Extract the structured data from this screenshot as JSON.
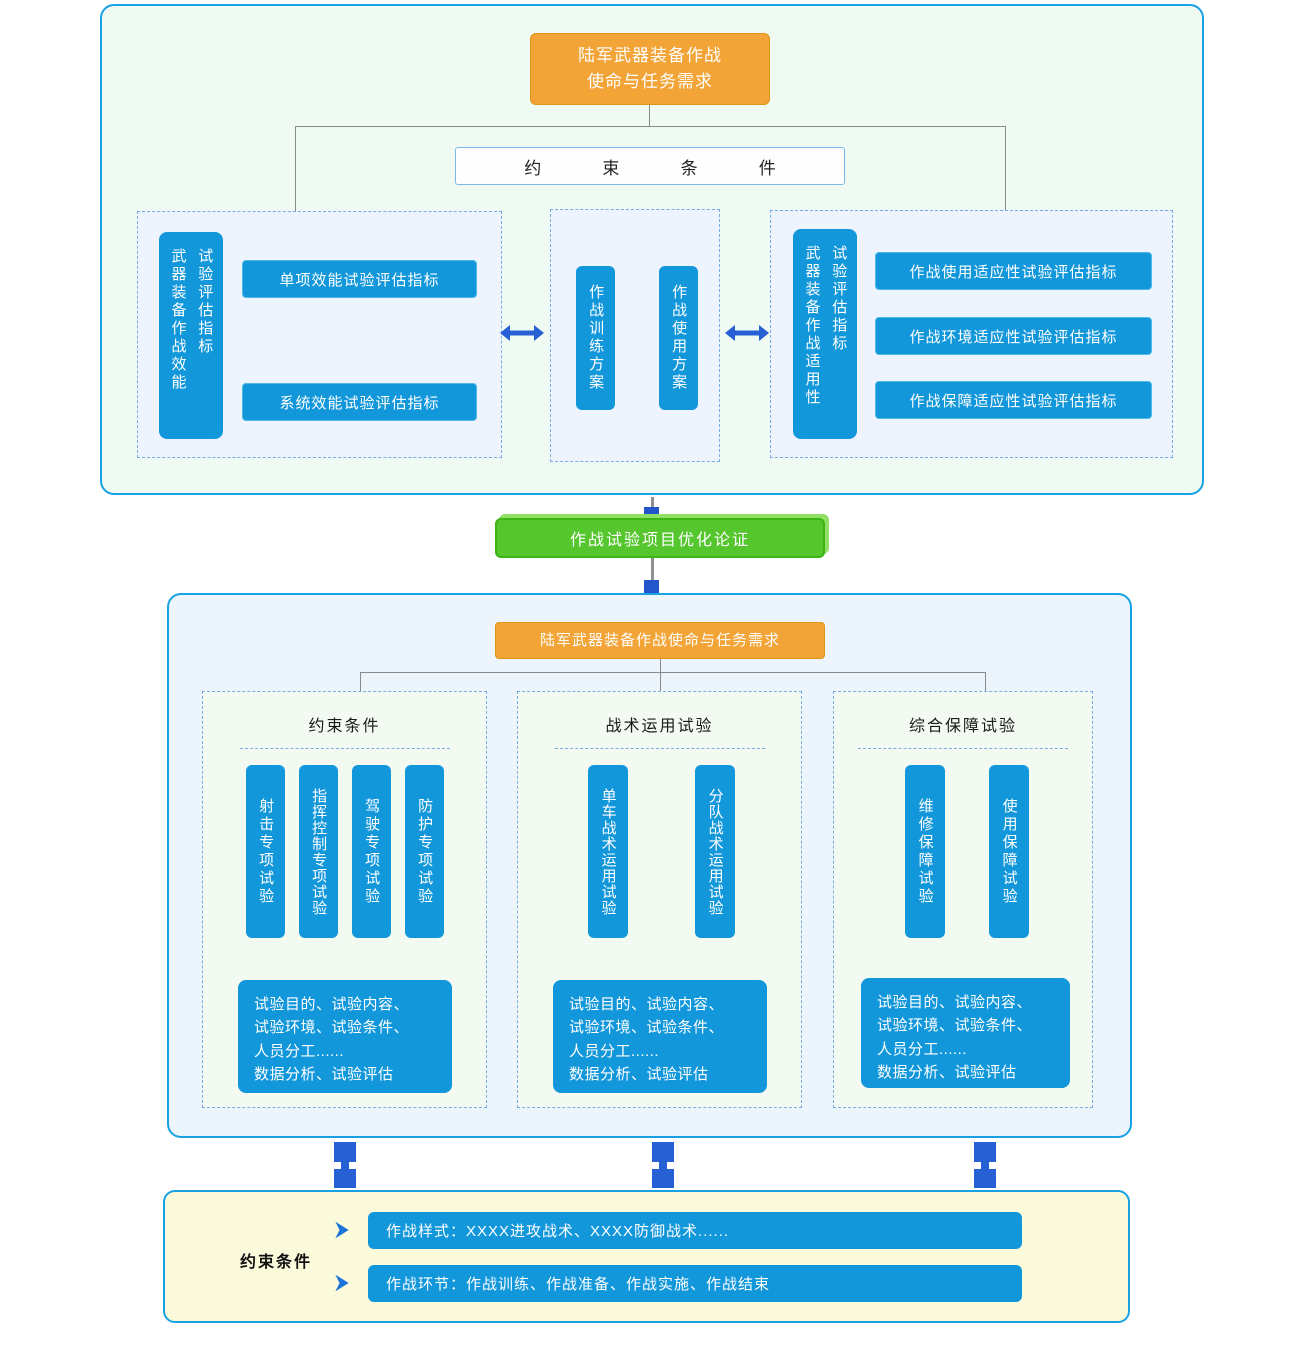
{
  "colors": {
    "azure": "#1297DB",
    "deep_blue": "#2760D5",
    "orange": "#F2A436",
    "green": "#55C62D",
    "section_border": "#19A2E3",
    "section1_bg": "#EFFAF3",
    "section2_bg": "#ECF5FC",
    "yellow_bg": "#FBFBDC"
  },
  "top_flow": {
    "mission_box": {
      "line1": "陆军武器装备作战",
      "line2": "使命与任务需求"
    },
    "constraint_box_label": "约束条件",
    "effectiveness_panel": {
      "side_label": {
        "line1": "武器装备作战效能",
        "line2": "试验评估指标"
      },
      "bars": [
        "单项效能试验评估指标",
        "系统效能试验评估指标"
      ]
    },
    "scheme_panel": {
      "pills": [
        "作战训练方案",
        "作战使用方案"
      ]
    },
    "suitability_panel": {
      "side_label": {
        "line1": "武器装备作战适用性",
        "line2": "试验评估指标"
      },
      "bars": [
        "作战使用适应性试验评估指标",
        "作战环境适应性试验评估指标",
        "作战保障适应性试验评估指标"
      ]
    },
    "arrow_icon": "double-headed-arrow"
  },
  "optimization_box_label": "作战试验项目优化论证",
  "middle_flow": {
    "mission_box_label": "陆军武器装备作战使命与任务需求",
    "columns": [
      {
        "header": "约束条件",
        "pills": [
          "射击专项试验",
          "指挥控制专项试验",
          "驾驶专项试验",
          "防护专项试验"
        ]
      },
      {
        "header": "战术运用试验",
        "pills": [
          "单车战术运用试验",
          "分队战术运用试验"
        ]
      },
      {
        "header": "综合保障试验",
        "pills": [
          "维修保障试验",
          "使用保障试验"
        ]
      }
    ],
    "detail_lines": [
      "试验目的、试验内容、",
      "试验环境、试验条件、",
      "人员分工......",
      "数据分析、试验评估"
    ]
  },
  "bottom_panel": {
    "label": "约束条件",
    "arrow_icon": "chevron-right-icon",
    "rows": [
      "作战样式：XXXX进攻战术、XXXX防御战术......",
      "作战环节：作战训练、作战准备、作战实施、作战结束"
    ]
  }
}
